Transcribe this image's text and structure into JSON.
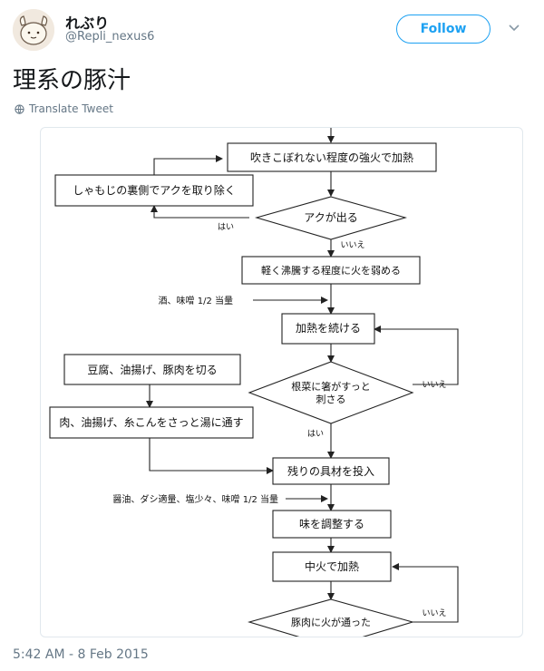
{
  "tweet": {
    "display_name": "れぶり",
    "handle": "@Repli_nexus6",
    "follow_label": "Follow",
    "text": "理系の豚汁",
    "translate_label": "Translate Tweet",
    "timestamp": "5:42 AM - 8 Feb 2015"
  },
  "flowchart": {
    "boil_strong": "吹きこぼれない程度の強火で加熱",
    "skim": "しゃもじの裏側でアクを取り除く",
    "scum_q": "アクが出る",
    "yes1": "はい",
    "no1": "いいえ",
    "lower_heat": "軽く沸騰する程度に火を弱める",
    "add_sake": "酒、味噌 1/2 当量",
    "keep_heating": "加熱を続ける",
    "cut_tofu": "豆腐、油揚げ、豚肉を切る",
    "blanch": "肉、油揚げ、糸こんをさっと湯に通す",
    "root_q_line1": "根菜に箸がすっと",
    "root_q_line2": "刺さる",
    "no2": "いいえ",
    "yes2": "はい",
    "add_rest": "残りの具材を投入",
    "seasoning": "醤油、ダシ適量、塩少々、味噌 1/2 当量",
    "adjust": "味を調整する",
    "medium_heat": "中火で加熱",
    "pork_q": "豚肉に火が通った",
    "no3": "いいえ"
  },
  "colors": {
    "follow_blue": "#1da1f2",
    "secondary_text": "#657786"
  }
}
